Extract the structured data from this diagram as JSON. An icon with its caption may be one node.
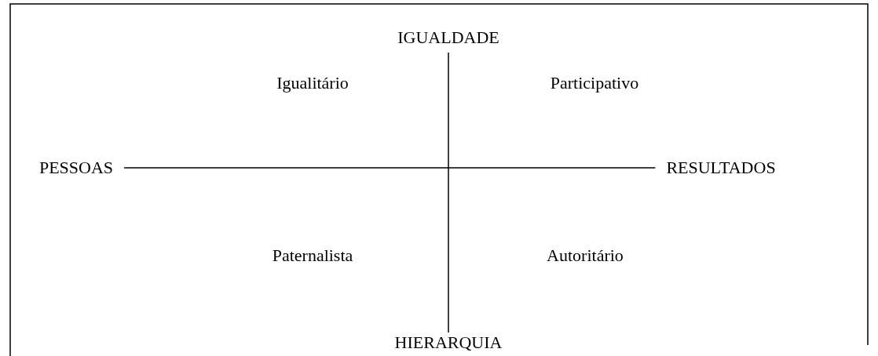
{
  "diagram": {
    "nodes": [
      {
        "text": [
          "IGUALDADE"
        ]
      },
      {
        "text": [
          "PESSOAS"
        ]
      },
      {
        "text": [
          "RESULTADOS"
        ]
      },
      {
        "text": [
          "HIERARQUIA"
        ]
      }
    ],
    "edges": [
      {
        "from": 1,
        "to": 2,
        "arrow": "none"
      },
      {
        "from": 0,
        "to": 3,
        "arrow": "none"
      }
    ],
    "labels": [
      "Igualitário",
      "Participativo",
      "Paternalista",
      "Autoritário"
    ]
  }
}
